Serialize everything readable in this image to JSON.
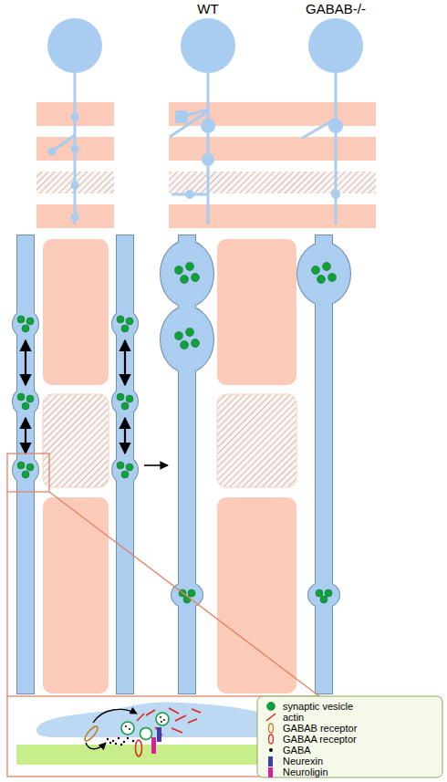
{
  "diagram": {
    "labels": [
      "WT",
      "GABAB-/-"
    ],
    "legend": [
      {
        "text": "synaptic vesicle"
      },
      {
        "text": "actin"
      },
      {
        "text": "GABAB receptor"
      },
      {
        "text": "GABAA receptor"
      },
      {
        "text": "GABA"
      },
      {
        "text": "Neurexin",
        "color": "#3f3fa5"
      },
      {
        "text": "Neuroligin",
        "color": "#d81f9c"
      }
    ]
  }
}
